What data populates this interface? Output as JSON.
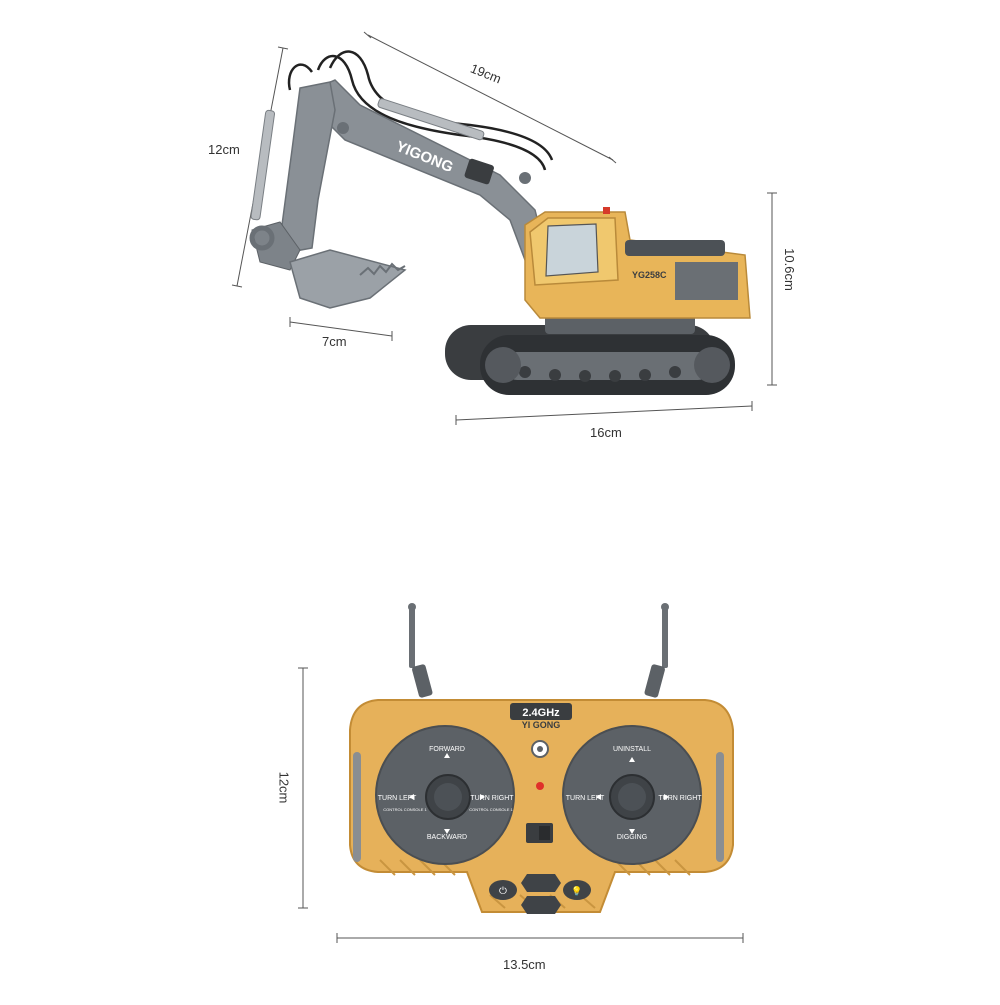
{
  "excavator": {
    "brand": "YIGONG",
    "model": "YG258C",
    "dimensions": {
      "arm_length": "19cm",
      "arm_height": "12cm",
      "bucket_width": "7cm",
      "body_height": "10.6cm",
      "track_length": "16cm"
    }
  },
  "remote": {
    "frequency": "2.4GHz",
    "brand": "YI GONG",
    "left_stick": {
      "up": "FORWARD",
      "down": "BACKWARD",
      "left": "TURN LEFT",
      "right": "TURN RIGHT",
      "left_sub": "CONTROL CONSOLE 1",
      "right_sub": "CONTROL CONSOLE 1"
    },
    "right_stick": {
      "up": "UNINSTALL",
      "down": "DIGGING",
      "left": "TURN LEFT",
      "right": "TURN RIGHT"
    },
    "dimensions": {
      "height": "12cm",
      "width": "13.5cm"
    }
  },
  "colors": {
    "body_yellow": "#e8b559",
    "body_orange": "#d99a3a",
    "arm_gray": "#8a9096",
    "dark_gray": "#4c5156",
    "track_dark": "#3a3d40",
    "measure_line": "#555555"
  }
}
